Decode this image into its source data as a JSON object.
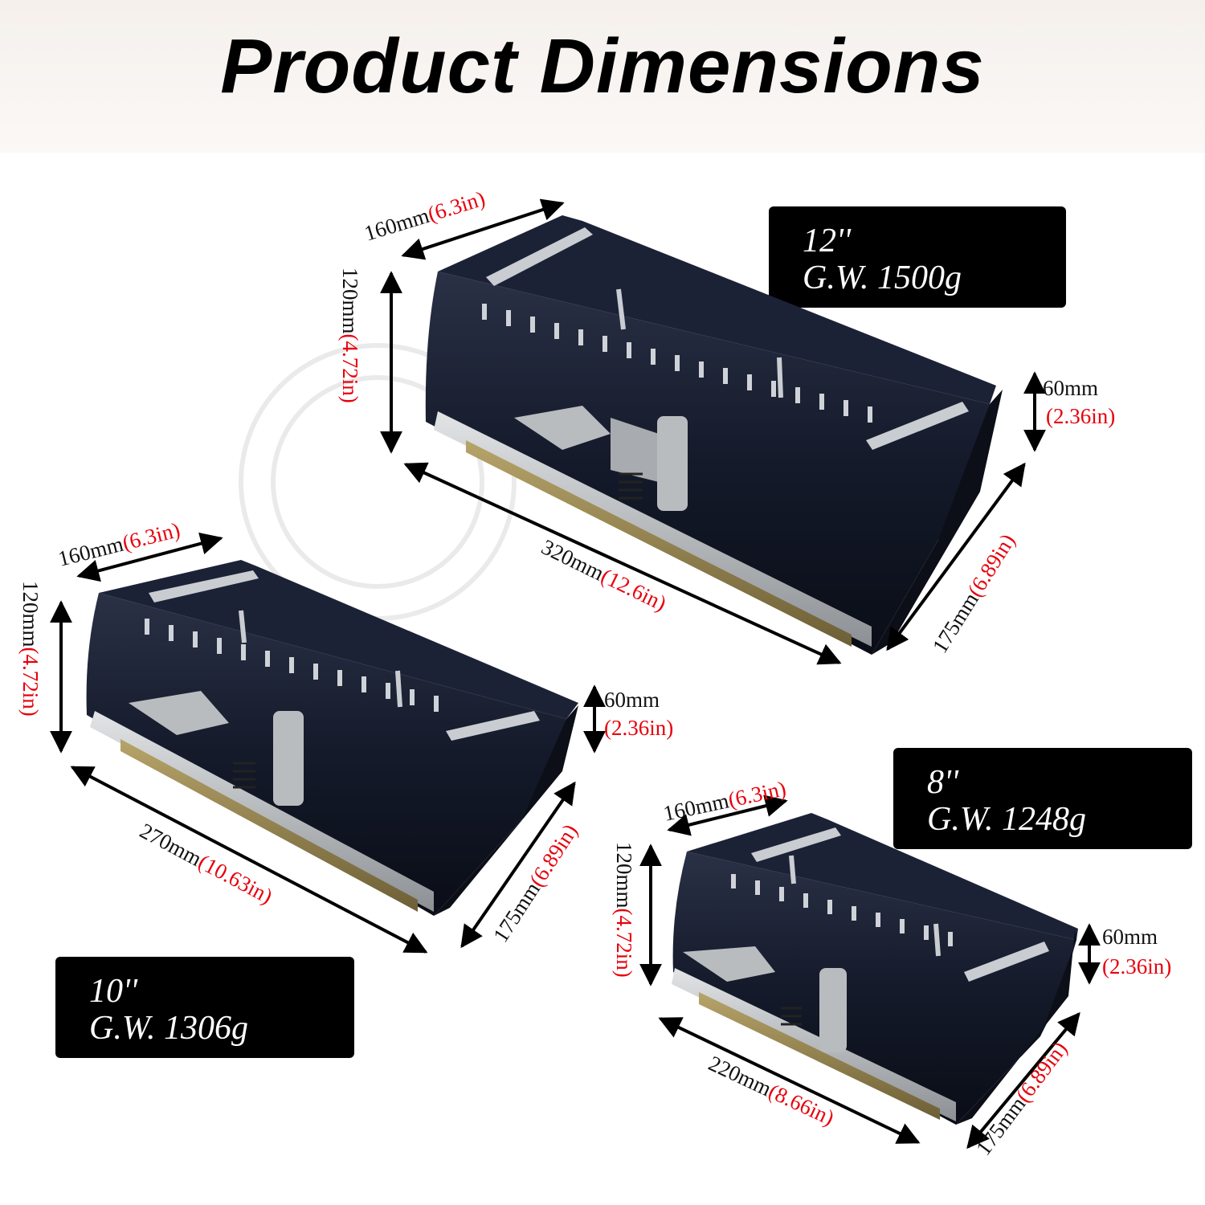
{
  "title": "Product Dimensions",
  "colors": {
    "accent": "#e8000b",
    "badge": "#000000",
    "tool_body": "#141a2a",
    "steel": "#b9bcbf",
    "brass": "#8a7a4e"
  },
  "tools": [
    {
      "id": "12in",
      "badge": {
        "size": "12''",
        "weight": "G.W. 1500g"
      },
      "dims": {
        "width": {
          "mm": "160mm",
          "in": "(6.3in)"
        },
        "height": {
          "mm": "120mm",
          "in": "(4.72in)"
        },
        "lip": {
          "mm": "60mm",
          "in": "(2.36in)"
        },
        "length": {
          "mm": "320mm",
          "in": "(12.6in)"
        },
        "depth": {
          "mm": "175mm",
          "in": "(6.89in)"
        }
      }
    },
    {
      "id": "10in",
      "badge": {
        "size": "10''",
        "weight": "G.W. 1306g"
      },
      "dims": {
        "width": {
          "mm": "160mm",
          "in": "(6.3in)"
        },
        "height": {
          "mm": "120mm",
          "in": "(4.72in)"
        },
        "lip": {
          "mm": "60mm",
          "in": "(2.36in)"
        },
        "length": {
          "mm": "270mm",
          "in": "(10.63in)"
        },
        "depth": {
          "mm": "175mm",
          "in": "(6.89in)"
        }
      }
    },
    {
      "id": "8in",
      "badge": {
        "size": "8''",
        "weight": "G.W. 1248g"
      },
      "dims": {
        "width": {
          "mm": "160mm",
          "in": "(6.3in)"
        },
        "height": {
          "mm": "120mm",
          "in": "(4.72in)"
        },
        "lip": {
          "mm": "60mm",
          "in": "(2.36in)"
        },
        "length": {
          "mm": "220mm",
          "in": "(8.66in)"
        },
        "depth": {
          "mm": "175mm",
          "in": "(6.89in)"
        }
      }
    }
  ]
}
